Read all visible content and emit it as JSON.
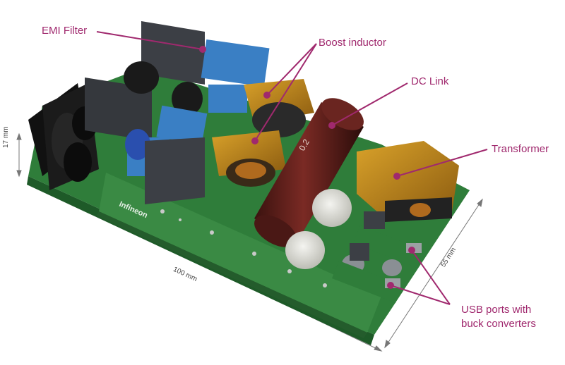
{
  "callouts": {
    "emi_filter": "EMI Filter",
    "boost_inductor": "Boost inductor",
    "dc_link": "DC Link",
    "transformer": "Transformer",
    "usb_ports_line1": "USB ports with",
    "usb_ports_line2": "buck converters"
  },
  "dimensions": {
    "height": "17 mm",
    "length": "100 mm",
    "width": "55 mm"
  },
  "board_markings": {
    "brand": "Infineon",
    "dc_link_cap_value": "0.2"
  },
  "colors": {
    "callout": "#a0296e",
    "pcb": "#2f7d3a",
    "kapton_tape": "#c08a1a",
    "x_capacitor": "#3a7fc4",
    "dc_link_cap": "#5a1f1a"
  }
}
